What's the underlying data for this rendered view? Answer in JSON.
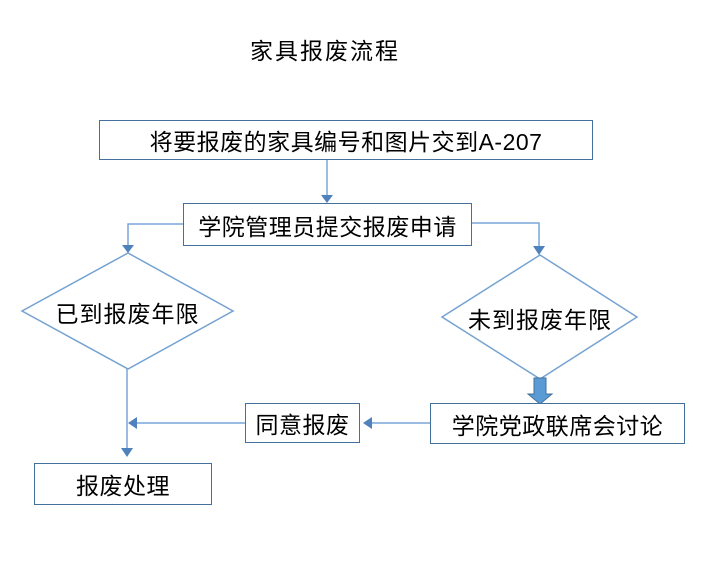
{
  "title": "家具报废流程",
  "colors": {
    "box_border": "#41719c",
    "diamond_border": "#74a2d2",
    "connector": "#7aa6d8",
    "arrowhead": "#4f81bd",
    "block_fill": "#5b9bd5",
    "block_border": "#41719c",
    "text": "#000000",
    "background": "#ffffff"
  },
  "nodes": {
    "submit": {
      "label": "将要报废的家具编号和图片交到A-207",
      "type": "process"
    },
    "admin": {
      "label": "学院管理员提交报废申请",
      "type": "process"
    },
    "reached": {
      "label": "已到报废年限",
      "type": "decision"
    },
    "not_reached": {
      "label": "未到报废年限",
      "type": "decision"
    },
    "meeting": {
      "label": "学院党政联席会讨论",
      "type": "process"
    },
    "agree": {
      "label": "同意报废",
      "type": "process"
    },
    "dispose": {
      "label": "报废处理",
      "type": "process"
    }
  },
  "edges": [
    {
      "from": "submit",
      "to": "admin",
      "style": "arrow"
    },
    {
      "from": "admin",
      "to": "reached",
      "style": "elbow-arrow"
    },
    {
      "from": "admin",
      "to": "not_reached",
      "style": "elbow-arrow"
    },
    {
      "from": "not_reached",
      "to": "meeting",
      "style": "thick-block-arrow"
    },
    {
      "from": "meeting",
      "to": "agree",
      "style": "arrow"
    },
    {
      "from": "agree",
      "to": "dispose",
      "style": "arrow"
    },
    {
      "from": "reached",
      "to": "dispose",
      "style": "arrow"
    }
  ]
}
